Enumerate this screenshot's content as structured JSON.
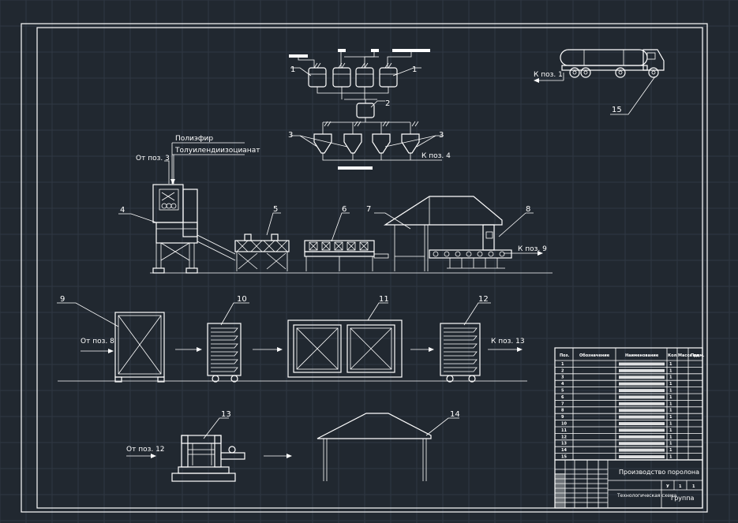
{
  "positions": [
    "1",
    "1",
    "2",
    "3",
    "3",
    "4",
    "5",
    "6",
    "7",
    "8",
    "9",
    "10",
    "11",
    "12",
    "13",
    "14",
    "15"
  ],
  "labels": {
    "polyester": "Полиэфир",
    "tdi": "Толуилендиизоцианат",
    "from_pos_3": "От поз. 3",
    "from_pos_8": "От поз. 8",
    "from_pos_12": "От поз. 12",
    "to_pos_1": "К поз. 1",
    "to_pos_4": "К поз. 4",
    "to_pos_9": "К поз. 9",
    "to_pos_13": "К поз. 13"
  },
  "spec_table": {
    "headers": [
      "Поз.",
      "Обозначение",
      "Наименование",
      "Кол.",
      "Масса ед.",
      "Прим."
    ],
    "pos_numbers": [
      "1",
      "2",
      "3",
      "4",
      "5",
      "6",
      "7",
      "8",
      "9",
      "10",
      "11",
      "12",
      "13",
      "14",
      "15"
    ],
    "qty": [
      "1",
      "1",
      "1",
      "1",
      "1",
      "1",
      "1",
      "1",
      "1",
      "1",
      "1",
      "1",
      "1",
      "1",
      "1"
    ]
  },
  "title_block": {
    "title": "Производство поролона",
    "sub": "Технологическая схема",
    "group": "группа",
    "cells": [
      "У",
      "1",
      "1"
    ]
  },
  "colors": {
    "background": "#212830",
    "lines": "#ffffff",
    "grid": "#2f3843"
  }
}
